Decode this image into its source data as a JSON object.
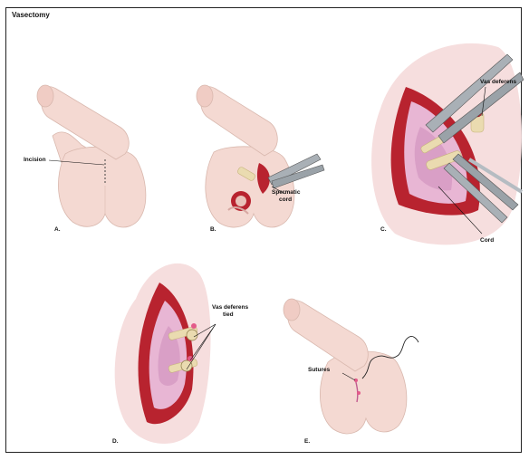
{
  "title": "Vasectomy",
  "panels": {
    "a": {
      "letter": "A.",
      "label_incision": "Incision"
    },
    "b": {
      "letter": "B.",
      "label_cord_1": "Spermatic",
      "label_cord_2": "cord"
    },
    "c": {
      "letter": "C.",
      "label_vas": "Vas deferens",
      "label_cord": "Cord"
    },
    "d": {
      "letter": "D.",
      "label_vas_1": "Vas deferens",
      "label_vas_2": "tied"
    },
    "e": {
      "letter": "E.",
      "label_sutures": "Sutures"
    }
  },
  "colors": {
    "skin": "#f4d9d2",
    "skin_shadow": "#e9c3ba",
    "halo": "#f6dede",
    "wound_red": "#b8232f",
    "tissue_pink": "#e8b6d4",
    "instrument": "#9aa2a8",
    "vas_tan": "#eadbb0"
  }
}
